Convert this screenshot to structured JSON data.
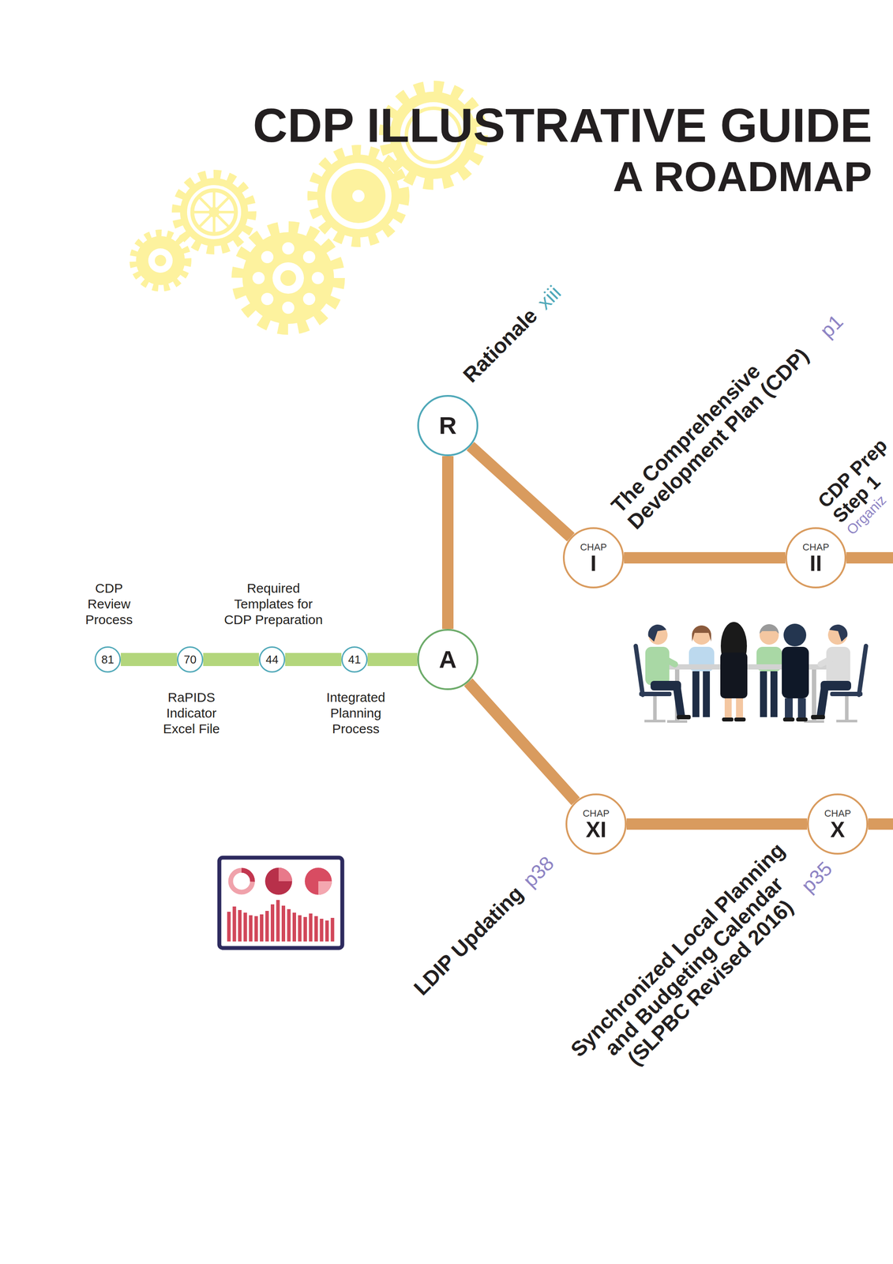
{
  "diagram": {
    "title": "CDP ILLUSTRATIVE GUIDE",
    "nodes": [
      {
        "text": [
          "R",
          "Rationale",
          "xiii"
        ]
      },
      {
        "text": [
          "CHAP",
          "I",
          "The Comprehensive Development Plan (CDP)",
          "p1"
        ]
      },
      {
        "text": [
          "CHAP",
          "II",
          "CDP Prep",
          "Step 1",
          "Organiz"
        ]
      },
      {
        "text": [
          "A"
        ]
      },
      {
        "text": [
          "41",
          "Integrated Planning Process"
        ]
      },
      {
        "text": [
          "44",
          "Required Templates for CDP Preparation"
        ]
      },
      {
        "text": [
          "70",
          "RaPIDS Indicator Excel File"
        ]
      },
      {
        "text": [
          "81",
          "CDP Review Process"
        ]
      },
      {
        "text": [
          "CHAP",
          "XI",
          "LDIP Updating",
          "p38"
        ]
      },
      {
        "text": [
          "CHAP",
          "X",
          "Synchronized Local Planning and Budgeting Calendar (SLPBC Revised 2016)",
          "p35"
        ]
      }
    ],
    "edges": [
      {
        "from": 0,
        "to": 1,
        "arrow": "none"
      },
      {
        "from": 1,
        "to": 2,
        "arrow": "none"
      },
      {
        "from": 0,
        "to": 3,
        "arrow": "none"
      },
      {
        "from": 3,
        "to": 8,
        "arrow": "none"
      },
      {
        "from": 8,
        "to": 9,
        "arrow": "none"
      },
      {
        "from": 3,
        "to": 4,
        "arrow": "none"
      },
      {
        "from": 4,
        "to": 5,
        "arrow": "none"
      },
      {
        "from": 5,
        "to": 6,
        "arrow": "none"
      },
      {
        "from": 6,
        "to": 7,
        "arrow": "none"
      }
    ],
    "labels": [
      "A ROADMAP"
    ]
  }
}
